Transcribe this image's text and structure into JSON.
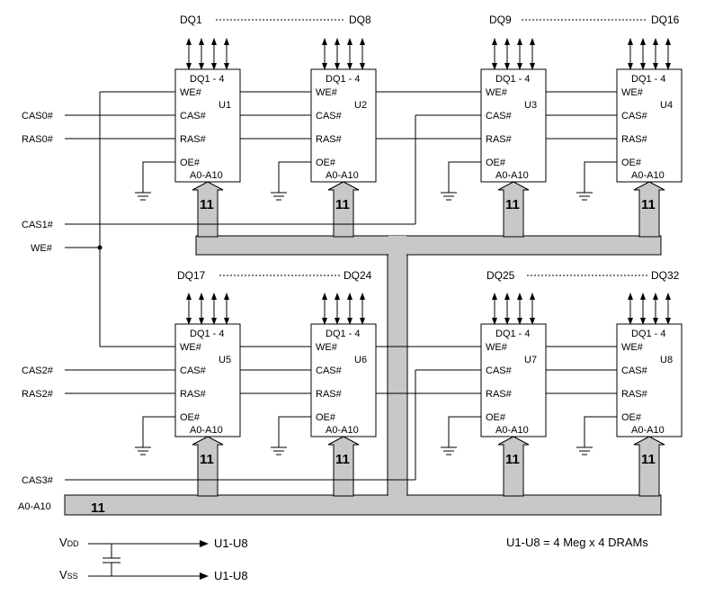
{
  "groups": {
    "top_left": {
      "first": "DQ1",
      "last": "DQ8"
    },
    "top_right": {
      "first": "DQ9",
      "last": "DQ16"
    },
    "bottom_left": {
      "first": "DQ17",
      "last": "DQ24"
    },
    "bottom_right": {
      "first": "DQ25",
      "last": "DQ32"
    }
  },
  "chips": [
    {
      "id": "U1",
      "dq": "DQ1 - 4",
      "we": "WE#",
      "cas": "CAS#",
      "ras": "RAS#",
      "oe": "OE#",
      "addr": "A0-A10"
    },
    {
      "id": "U2",
      "dq": "DQ1 - 4",
      "we": "WE#",
      "cas": "CAS#",
      "ras": "RAS#",
      "oe": "OE#",
      "addr": "A0-A10"
    },
    {
      "id": "U3",
      "dq": "DQ1 - 4",
      "we": "WE#",
      "cas": "CAS#",
      "ras": "RAS#",
      "oe": "OE#",
      "addr": "A0-A10"
    },
    {
      "id": "U4",
      "dq": "DQ1 - 4",
      "we": "WE#",
      "cas": "CAS#",
      "ras": "RAS#",
      "oe": "OE#",
      "addr": "A0-A10"
    },
    {
      "id": "U5",
      "dq": "DQ1 - 4",
      "we": "WE#",
      "cas": "CAS#",
      "ras": "RAS#",
      "oe": "OE#",
      "addr": "A0-A10"
    },
    {
      "id": "U6",
      "dq": "DQ1 - 4",
      "we": "WE#",
      "cas": "CAS#",
      "ras": "RAS#",
      "oe": "OE#",
      "addr": "A0-A10"
    },
    {
      "id": "U7",
      "dq": "DQ1 - 4",
      "we": "WE#",
      "cas": "CAS#",
      "ras": "RAS#",
      "oe": "OE#",
      "addr": "A0-A10"
    },
    {
      "id": "U8",
      "dq": "DQ1 - 4",
      "we": "WE#",
      "cas": "CAS#",
      "ras": "RAS#",
      "oe": "OE#",
      "addr": "A0-A10"
    }
  ],
  "signals": {
    "cas0": "CAS0#",
    "ras0": "RAS0#",
    "cas1": "CAS1#",
    "we": "WE#",
    "cas2": "CAS2#",
    "ras2": "RAS2#",
    "cas3": "CAS3#",
    "addr": "A0-A10"
  },
  "bus_width": "11",
  "power": {
    "vdd": {
      "main": "V",
      "sub": "DD",
      "target": "U1-U8"
    },
    "vss": {
      "main": "V",
      "sub": "SS",
      "target": "U1-U8"
    }
  },
  "note": "U1-U8 = 4 Meg x 4 DRAMs"
}
